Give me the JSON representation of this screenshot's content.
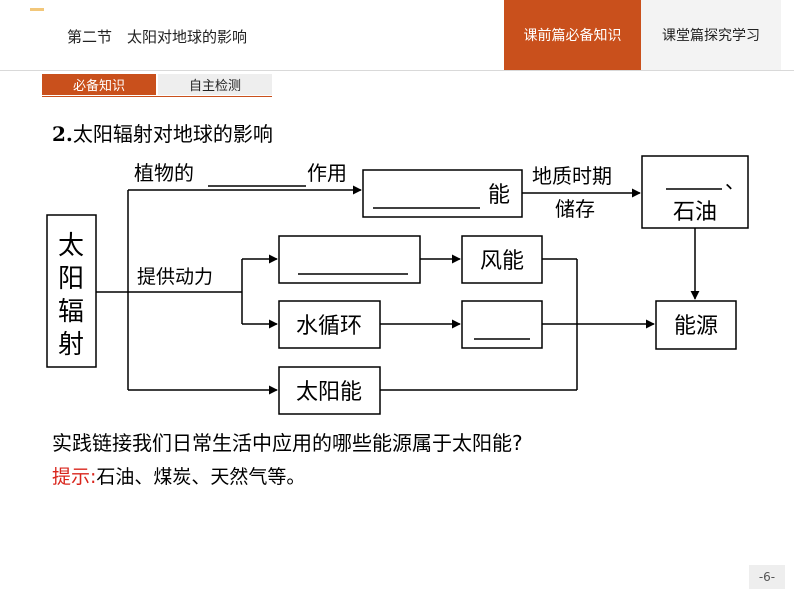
{
  "header": {
    "section_title": "第二节　太阳对地球的影响",
    "tabs": [
      {
        "label": "课前篇必备知识",
        "active": true
      },
      {
        "label": "课堂篇探究学习",
        "active": false
      }
    ],
    "accent_color": "#c9501c"
  },
  "subtabs": [
    {
      "label": "必备知识",
      "active": true
    },
    {
      "label": "自主检测",
      "active": false
    }
  ],
  "heading": {
    "number": "2.",
    "text": "太阳辐射对地球的影响"
  },
  "diagram": {
    "source_box": "太阳辐射",
    "labels": {
      "photosynthesis": "植物的",
      "photosynthesis_suffix": "作用",
      "energy_suffix": "能",
      "geologic_top": "地质时期",
      "geologic_bottom": "储存",
      "provide_power": "提供动力",
      "oil": "石油",
      "comma": "、",
      "wind": "风能",
      "water_cycle": "水循环",
      "solar": "太阳能",
      "energy_source": "能源"
    }
  },
  "practice": {
    "title": "实践链接",
    "question": "我们日常生活中应用的哪些能源属于太阳能?"
  },
  "hint": {
    "label": "提示:",
    "text": "石油、煤炭、天然气等。"
  },
  "page_number": "-6-"
}
